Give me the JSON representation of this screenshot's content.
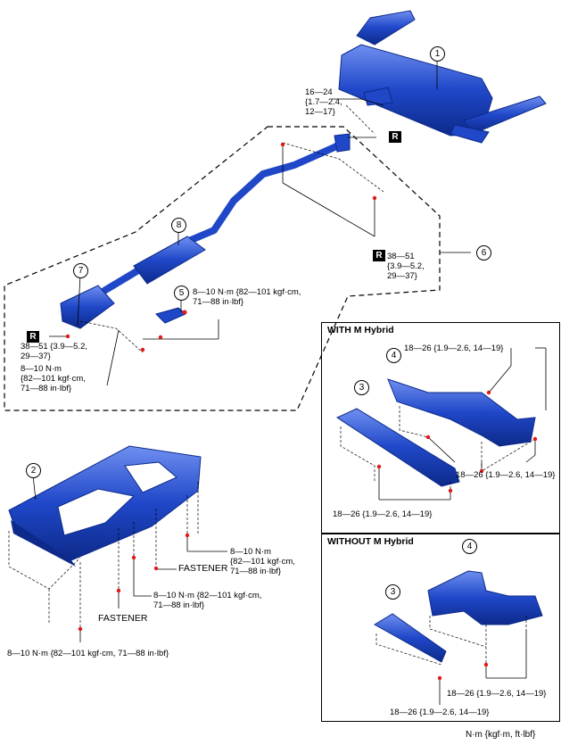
{
  "callouts": {
    "c1": "1",
    "c2": "2",
    "c3": "3",
    "c4": "4",
    "c5": "5",
    "c6": "6",
    "c7": "7",
    "c8": "8",
    "c3b": "3",
    "c4b": "4"
  },
  "badge": "R",
  "torques": {
    "t_16_24": [
      "16—24",
      "{1.7—2.4,",
      "12—17}"
    ],
    "t_38_51_right": [
      "38—51",
      "{3.9—5.2,",
      "29—37}"
    ],
    "t_8_10_top": [
      "8—10 N·m {82—101 kgf·cm,",
      "71—88 in·lbf}"
    ],
    "t_38_51_left": [
      "38—51 {3.9—5.2,",
      "29—37}"
    ],
    "t_8_10_left": [
      "8—10 N·m",
      "{82—101 kgf·cm,",
      "71—88 in·lbf}"
    ],
    "t_8_10_br": [
      "8—10 N·m",
      "{82—101 kgf·cm,",
      "71—88 in·lbf}"
    ],
    "t_8_10_mid": [
      "8—10 N·m {82—101 kgf·cm,",
      "71—88 in·lbf}"
    ],
    "t_8_10_bottom": "8—10 N·m {82—101 kgf·cm, 71—88 in·lbf}",
    "t_18_26_a": "18—26 {1.9—2.6, 14—19}",
    "t_18_26_b": "18—26 {1.9—2.6, 14—19}",
    "t_18_26_c": "18—26 {1.9—2.6, 14—19}",
    "t_18_26_d": "18—26 {1.9—2.6, 14—19}",
    "t_18_26_e": "18—26 {1.9—2.6, 14—19}"
  },
  "fastener_1": "FASTENER",
  "fastener_2": "FASTENER",
  "box_with": "WITH M Hybrid",
  "box_without": "WITHOUT M Hybrid",
  "unit_note": "N·m {kgf·m, ft·lbf}",
  "colors": {
    "part_blue": "#1f47c8",
    "part_dark": "#0d2a8a",
    "fastener_red": "#e01818"
  }
}
